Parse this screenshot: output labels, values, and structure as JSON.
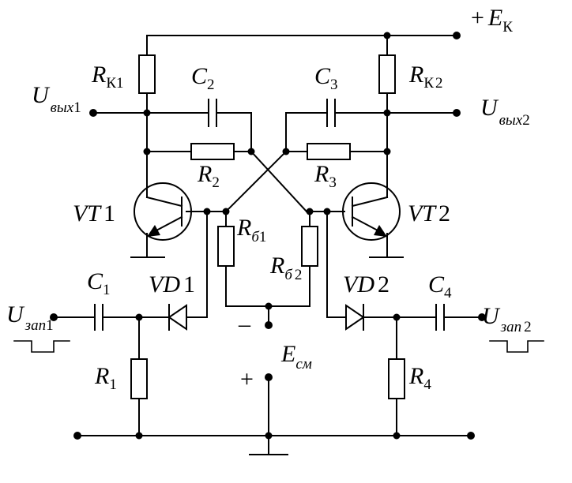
{
  "labels": {
    "ek": {
      "sign": "+",
      "main": "E",
      "sub": "К"
    },
    "rk1": {
      "main": "R",
      "sub": "К",
      "num": "1"
    },
    "rk2": {
      "main": "R",
      "sub": "К",
      "num": "2"
    },
    "c2": {
      "main": "C",
      "num": "2"
    },
    "c3": {
      "main": "C",
      "num": "3"
    },
    "uout1": {
      "main": "U",
      "sub": "вых",
      "num": "1"
    },
    "uout2": {
      "main": "U",
      "sub": "вых",
      "num": "2"
    },
    "r2": {
      "main": "R",
      "num": "2"
    },
    "r3": {
      "main": "R",
      "num": "3"
    },
    "vt1": {
      "main": "VT",
      "num": "1"
    },
    "vt2": {
      "main": "VT",
      "num": "2"
    },
    "rb1": {
      "main": "R",
      "sub": "б",
      "num": "1"
    },
    "rb2": {
      "main": "R",
      "sub": "б",
      "num": "2"
    },
    "c1": {
      "main": "C",
      "num": "1"
    },
    "c4": {
      "main": "C",
      "num": "4"
    },
    "vd1": {
      "main": "VD",
      "num": "1"
    },
    "vd2": {
      "main": "VD",
      "num": "2"
    },
    "uzap1": {
      "main": "U",
      "sub": "зап",
      "num": "1"
    },
    "uzap2": {
      "main": "U",
      "sub": "зап",
      "num": "2"
    },
    "r1": {
      "main": "R",
      "num": "1"
    },
    "r4": {
      "main": "R",
      "num": "4"
    },
    "ecm": {
      "main": "E",
      "sub": "см",
      "plus": "+",
      "minus": "–"
    }
  }
}
